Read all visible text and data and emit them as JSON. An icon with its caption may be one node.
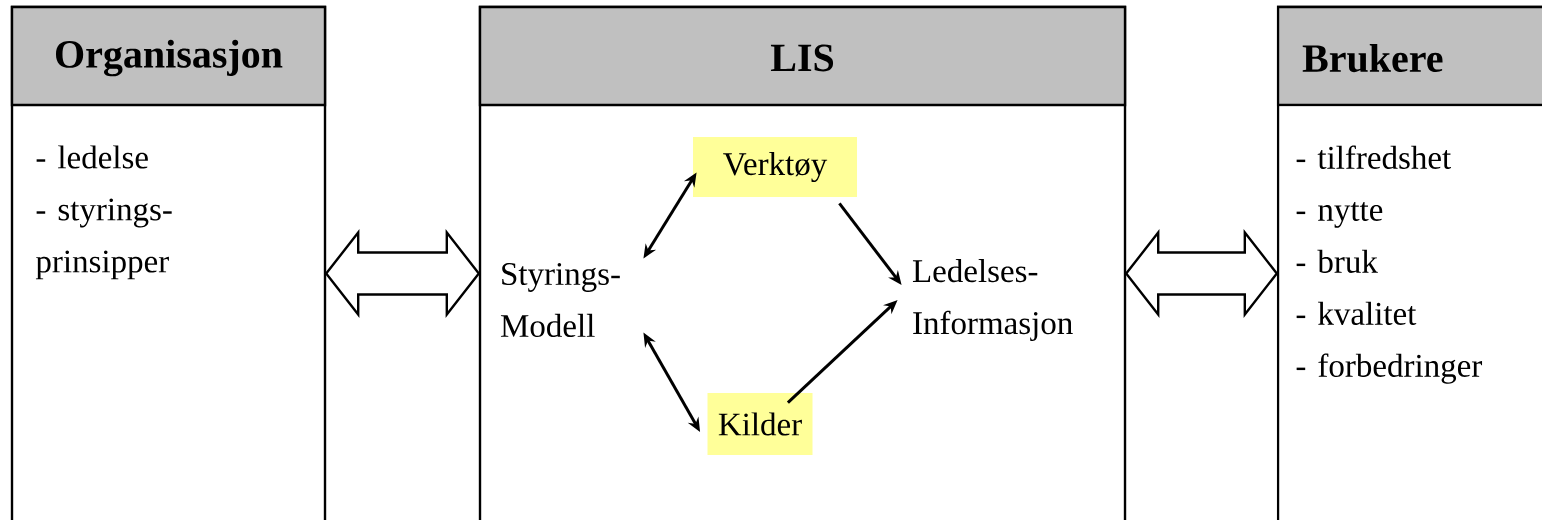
{
  "diagram": {
    "nodes": [
      {
        "text": [
          "Organisasjon",
          "- ledelse",
          "- styrings- prinsipper"
        ]
      },
      {
        "text": [
          "LIS"
        ]
      },
      {
        "text": [
          "Verktøy"
        ],
        "in": 1
      },
      {
        "text": [
          "Styrings- Modell"
        ],
        "in": 1
      },
      {
        "text": [
          "Ledelses- Informasjon"
        ],
        "in": 1
      },
      {
        "text": [
          "Kilder"
        ],
        "in": 1
      },
      {
        "text": [
          "Brukere",
          "- tilfredshet",
          "- nytte",
          "- bruk",
          "- kvalitet",
          "- forbedringer"
        ]
      }
    ],
    "edges": [
      {
        "from": 0,
        "to": 1,
        "arrow": "both"
      },
      {
        "from": 1,
        "to": 6,
        "arrow": "both"
      },
      {
        "from": 3,
        "to": 2,
        "arrow": "both"
      },
      {
        "from": 3,
        "to": 5,
        "arrow": "both"
      },
      {
        "from": 2,
        "to": 4,
        "arrow": "to"
      },
      {
        "from": 5,
        "to": 4,
        "arrow": "to"
      }
    ]
  }
}
